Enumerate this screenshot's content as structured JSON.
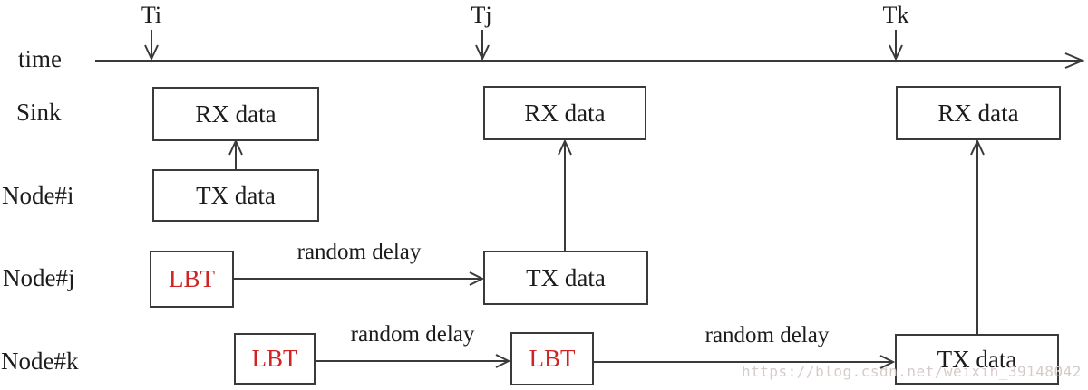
{
  "axis": {
    "label": "time",
    "markers": [
      "Ti",
      "Tj",
      "Tk"
    ]
  },
  "rows": {
    "sink": "Sink",
    "node_i": "Node#i",
    "node_j": "Node#j",
    "node_k": "Node#k"
  },
  "labels": {
    "rx": "RX data",
    "tx": "TX data",
    "lbt": "LBT",
    "random_delay": "random delay"
  },
  "watermark": "https://blog.csdn.net/weixin_39148042",
  "colors": {
    "line": "#3a3a3a",
    "lbt_text": "#d02424",
    "watermark": "#d6cbc9"
  }
}
